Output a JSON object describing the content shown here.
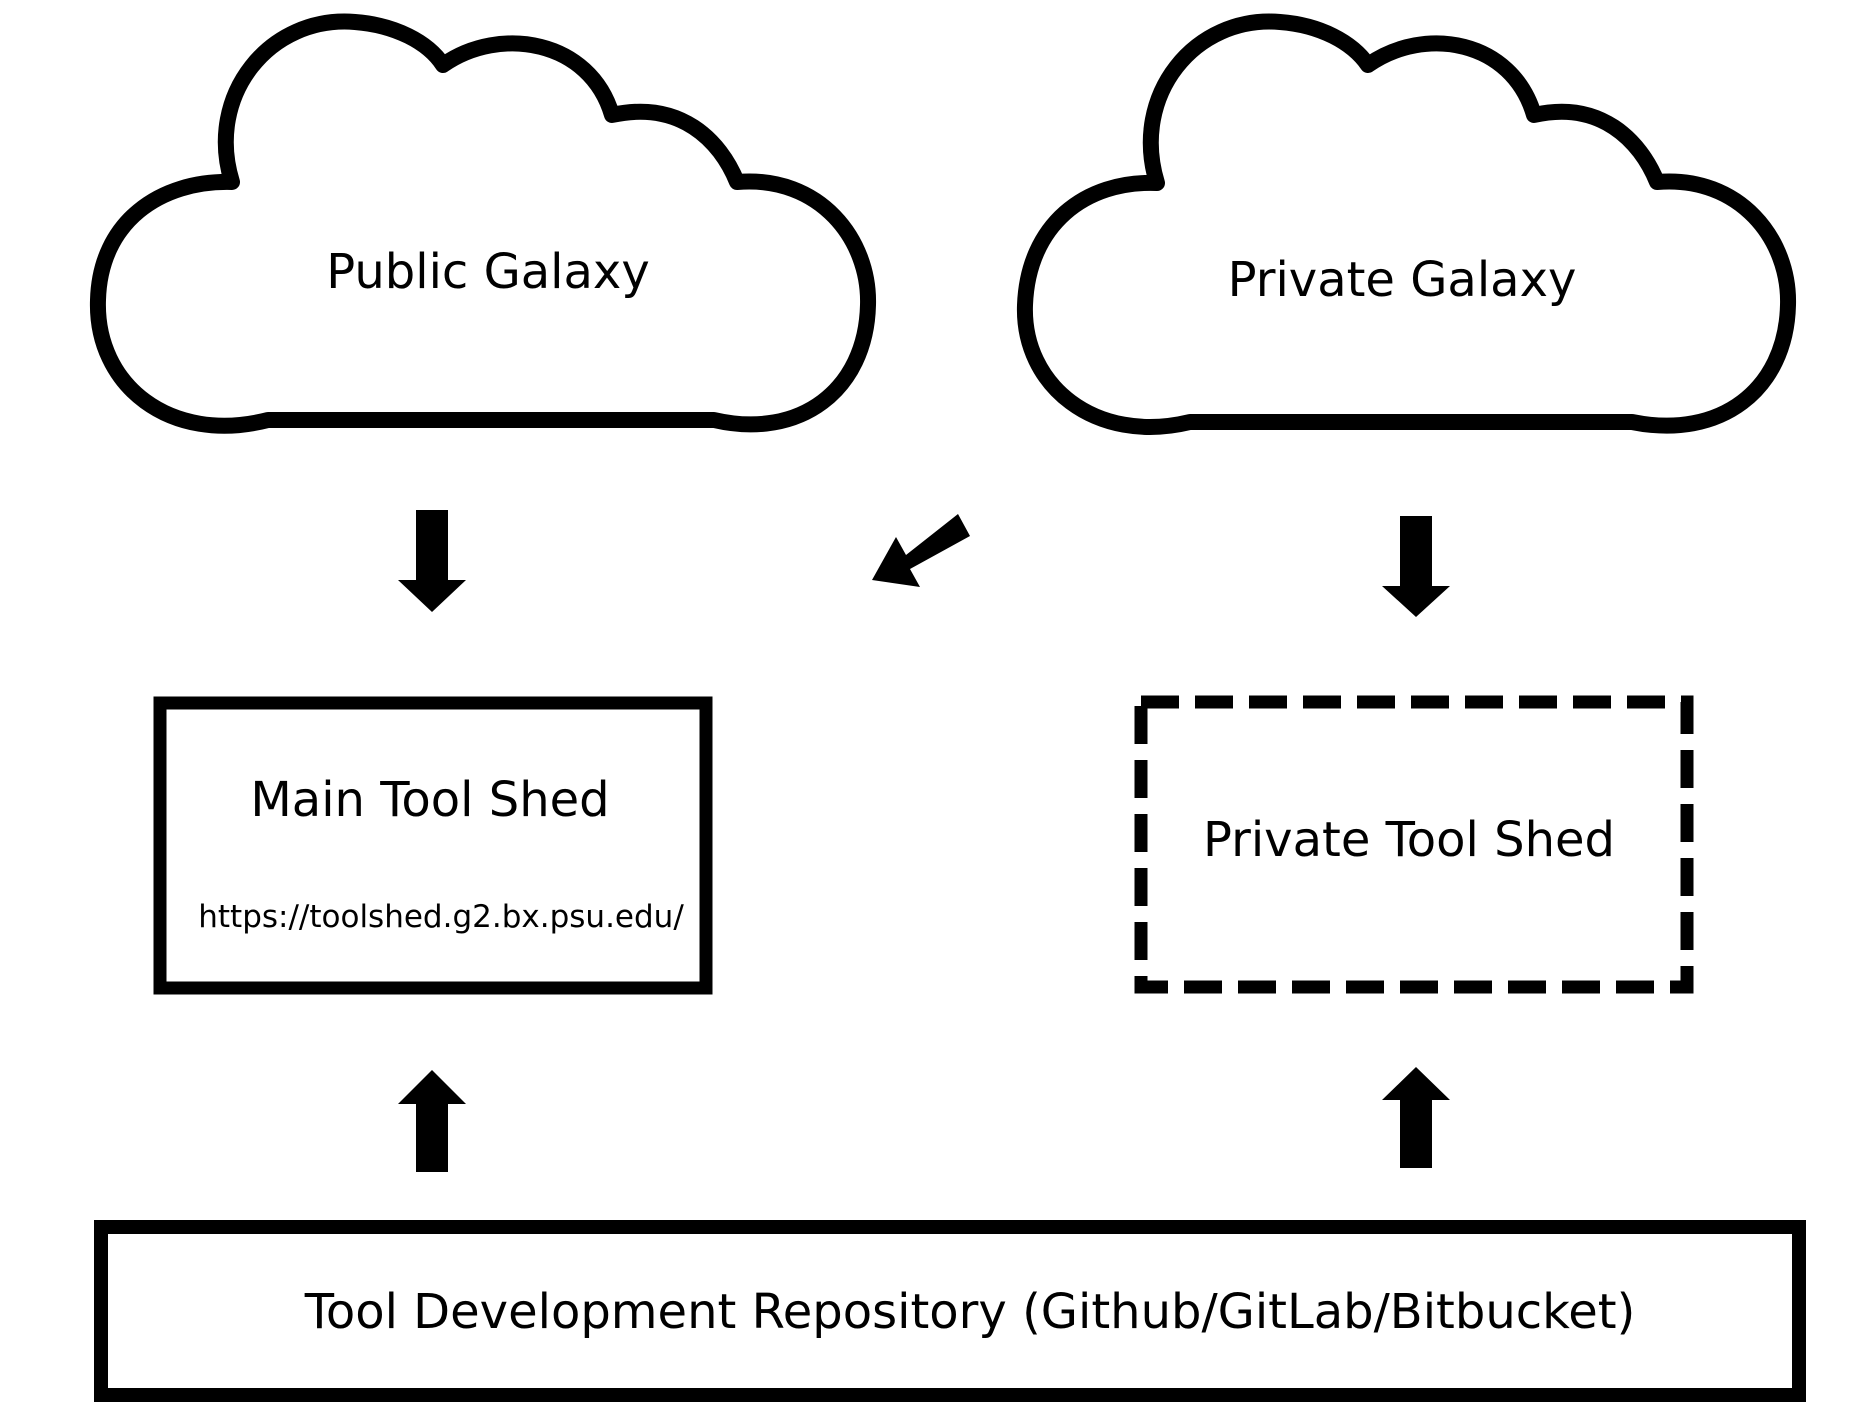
{
  "diagram": {
    "nodes": {
      "public_galaxy": {
        "label": "Public Galaxy",
        "shape": "cloud",
        "border": "solid"
      },
      "private_galaxy": {
        "label": "Private Galaxy",
        "shape": "cloud",
        "border": "solid"
      },
      "main_tool_shed": {
        "label": "Main Tool Shed",
        "url": "https://toolshed.g2.bx.psu.edu/",
        "shape": "rectangle",
        "border": "solid"
      },
      "private_tool_shed": {
        "label": "Private Tool Shed",
        "shape": "rectangle",
        "border": "dashed"
      },
      "tool_dev_repo": {
        "label": "Tool Development Repository (Github/GitLab/Bitbucket)",
        "shape": "rectangle",
        "border": "solid"
      }
    },
    "edges": [
      {
        "from": "public_galaxy",
        "to": "main_tool_shed"
      },
      {
        "from": "private_galaxy",
        "to": "main_tool_shed"
      },
      {
        "from": "private_galaxy",
        "to": "private_tool_shed"
      },
      {
        "from": "tool_dev_repo",
        "to": "main_tool_shed"
      },
      {
        "from": "tool_dev_repo",
        "to": "private_tool_shed"
      }
    ],
    "colors": {
      "stroke": "#000000",
      "fill": "#ffffff"
    }
  }
}
